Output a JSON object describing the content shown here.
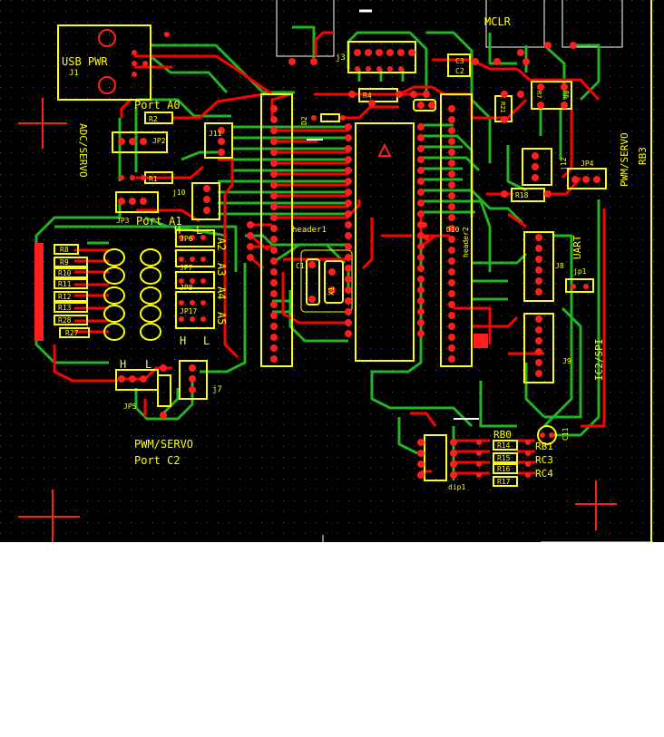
{
  "colors": {
    "background": "#000000",
    "grid_dot": "#5a5a5a",
    "top_copper": "#ff0000",
    "bottom_copper": "#22b422",
    "silkscreen": "#ffff00",
    "pad": "#ff1e1e",
    "outline": "#ffffff"
  },
  "labels": {
    "usb_pwr": "USB PWR",
    "j1": "J1",
    "port_a0": "Port A0",
    "port_a1": "Port A1",
    "adc_servo": "ADC/SERVO",
    "mclr": "MCLR",
    "j3": "j3",
    "jp2": "JP2",
    "jp3": "JP3",
    "jp4": "JP4",
    "jp5": "JP5",
    "jp6": "JP6",
    "jp7": "JP7",
    "jp8": "JP8",
    "jp17": "JP17",
    "j10": "j10",
    "j11": "J11",
    "j7": "j7",
    "j8": "J8",
    "j9": "J9",
    "j12": "j12",
    "jp1": "jp1",
    "header1": "header1",
    "header2": "header2",
    "d2": "D2",
    "c1": "C1",
    "c2": "C2",
    "c3": "C3",
    "c11": "C11",
    "x1": "X1",
    "r1": "R1",
    "r2": "R2",
    "r4": "R4",
    "r6": "R6",
    "r7": "R7",
    "r8": "R8",
    "r9": "R9",
    "r10": "R10",
    "r11": "R11",
    "r12": "R12",
    "r13": "R13",
    "r14": "R14",
    "r15": "R15",
    "r16": "R16",
    "r17": "R17",
    "r18": "R18",
    "r21": "R21",
    "r27": "R27",
    "r28": "R28",
    "a2": "A2",
    "a3": "A3",
    "a4": "A4",
    "a5": "A5",
    "h_top": "H",
    "l_top": "L",
    "h_bottom": "H",
    "l_bottom": "L",
    "h_jp5": "H",
    "l_jp5": "L",
    "pwm_servo_rb3": "PWM/SERVO",
    "rb3": "RB3",
    "uart": "UART",
    "i2c_spi": "IC2/SPI",
    "pwm_servo_c2": "PWM/SERVO",
    "port_c2": "Port C2",
    "rb0": "RB0",
    "rb1": "RB1",
    "rc3": "RC3",
    "rc4": "RC4",
    "dip1": "dip1",
    "d10": "D10"
  }
}
